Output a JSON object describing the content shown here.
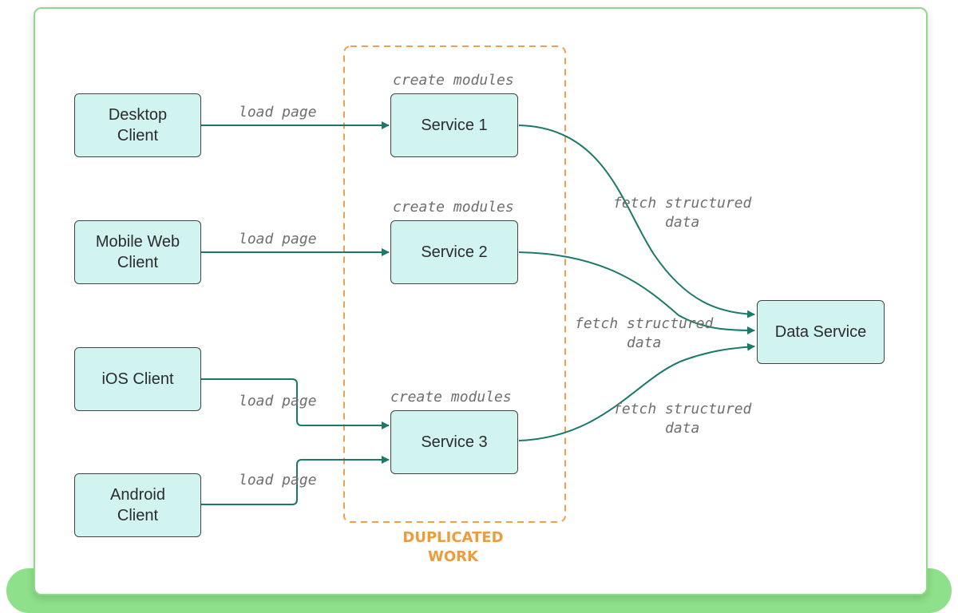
{
  "nodes": {
    "desktop_client": "Desktop\nClient",
    "mobile_web_client": "Mobile Web\nClient",
    "ios_client": "iOS Client",
    "android_client": "Android\nClient",
    "service_1": "Service 1",
    "service_2": "Service 2",
    "service_3": "Service 3",
    "data_service": "Data Service"
  },
  "edge_labels": {
    "load_page": "load page",
    "create_modules": "create modules",
    "fetch_structured_data": "fetch structured\ndata"
  },
  "group_label": "DUPLICATED\nWORK",
  "colors": {
    "box_fill": "#d2f4f1",
    "arrow": "#1a7a6a",
    "group_dash": "#f0a04b",
    "group_label": "#ee9b3c",
    "frame": "#8fd98a"
  }
}
